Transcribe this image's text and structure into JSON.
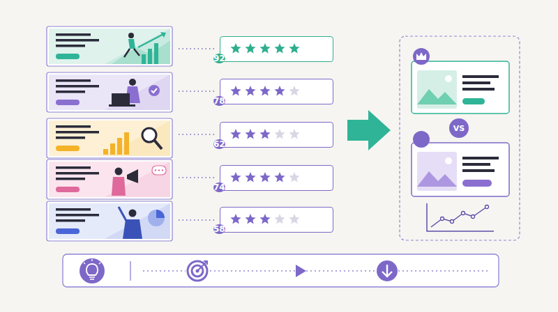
{
  "diagram": {
    "nodes": [
      {
        "text": [
          "92"
        ]
      },
      {
        "text": [
          "78"
        ]
      },
      {
        "text": [
          "62"
        ]
      },
      {
        "text": [
          "74"
        ]
      },
      {
        "text": [
          "58"
        ]
      },
      {
        "text": [
          "VS"
        ]
      }
    ]
  }
}
